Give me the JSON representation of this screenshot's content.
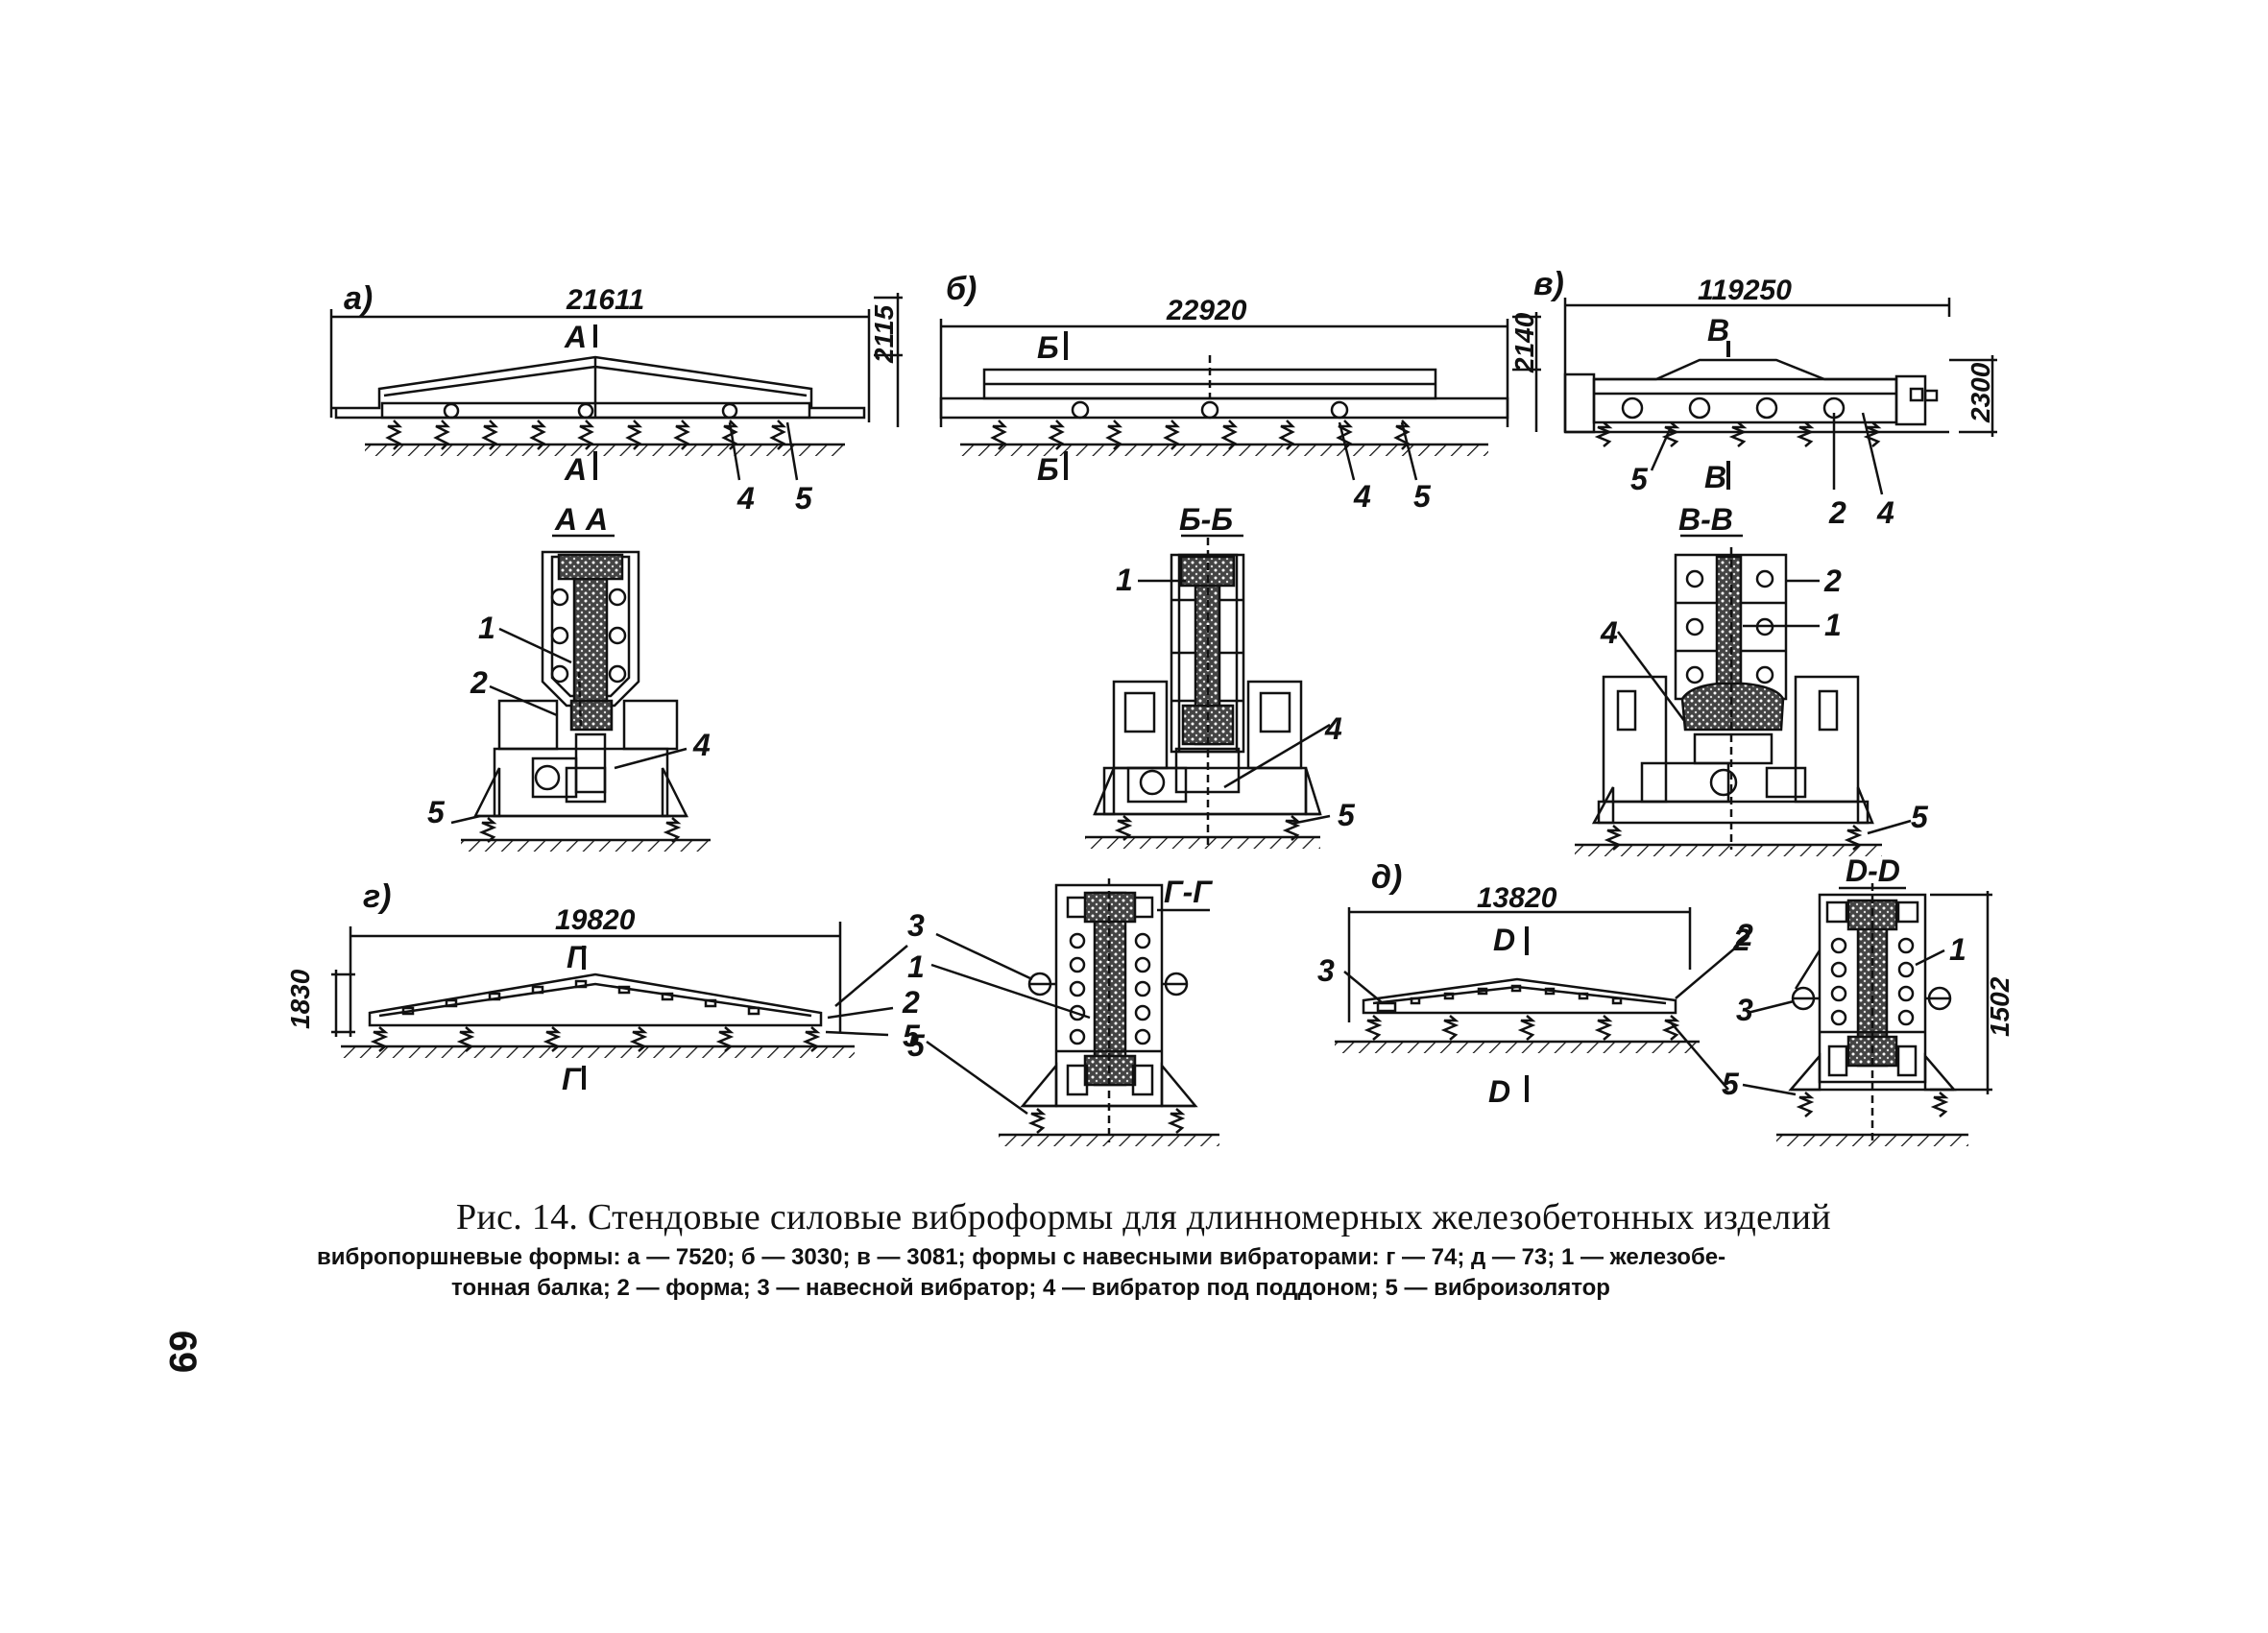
{
  "panels": {
    "a": {
      "letter": "а)",
      "length": "21611",
      "height": "2115",
      "section_mark": "А",
      "labels": [
        "4",
        "5"
      ]
    },
    "b": {
      "letter": "б)",
      "length": "22920",
      "height": "2140",
      "section_mark": "Б",
      "labels": [
        "4",
        "5"
      ]
    },
    "v": {
      "letter": "в)",
      "length": "119250",
      "height": "2300",
      "section_mark": "В",
      "labels": [
        "5",
        "2",
        "4"
      ]
    },
    "g": {
      "letter": "г)",
      "length": "19820",
      "height": "1830",
      "section_mark": "Г",
      "labels": [
        "2",
        "5"
      ]
    },
    "d": {
      "letter": "д)",
      "length": "13820",
      "section_mark": "D",
      "labels": [
        "3",
        "2"
      ]
    }
  },
  "sections": {
    "aa": {
      "title": "А А",
      "labels": [
        "1",
        "2",
        "4",
        "5"
      ]
    },
    "bb": {
      "title": "Б-Б",
      "labels": [
        "1",
        "4",
        "5"
      ]
    },
    "vv": {
      "title": "В-В",
      "labels": [
        "2",
        "1",
        "4",
        "5"
      ]
    },
    "gg": {
      "title": "Г-Г",
      "labels": [
        "3",
        "1",
        "5"
      ]
    },
    "dd": {
      "title": "D-D",
      "height": "1502",
      "labels": [
        "2",
        "1",
        "3",
        "5"
      ]
    }
  },
  "caption": {
    "title": "Рис. 14. Стендовые силовые виброформы для длинномерных железобетонных изделий",
    "line1": "вибропоршневые формы: а — 7520; б — 3030; в — 3081; формы с навесными вибраторами: г — 74; д — 73; 1 — железобе-",
    "line2": "тонная балка; 2 — форма; 3 — навесной вибратор; 4 — вибратор под поддоном; 5 — виброизолятор"
  },
  "page_number": "69"
}
